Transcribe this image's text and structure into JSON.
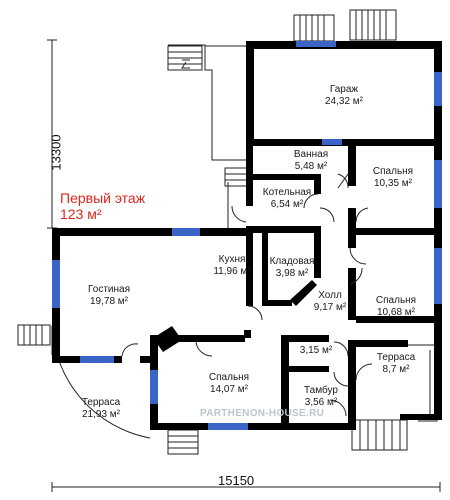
{
  "plan_title": {
    "line1": "Первый этаж",
    "line2": "123 м²"
  },
  "dimensions": {
    "width": "15150",
    "height": "13300"
  },
  "rooms": [
    {
      "name": "Гараж",
      "area": "24,32 м²"
    },
    {
      "name": "Ванная",
      "area": "5,48 м²"
    },
    {
      "name": "Спальня",
      "area": "10,35 м²"
    },
    {
      "name": "Котельная",
      "area": "6,54 м²"
    },
    {
      "name": "Кухня",
      "area": "11,96 м²"
    },
    {
      "name": "Кладовая",
      "area": "3,98 м²"
    },
    {
      "name": "Гостиная",
      "area": "19,78 м²"
    },
    {
      "name": "Холл",
      "area": "9,17 м²"
    },
    {
      "name": "Спальня",
      "area": "10,68 м²"
    },
    {
      "name": "",
      "area": "3,15 м²"
    },
    {
      "name": "Терраса",
      "area": "8,7 м²"
    },
    {
      "name": "Спальня",
      "area": "14,07 м²"
    },
    {
      "name": "Тамбур",
      "area": "3,56 м²"
    },
    {
      "name": "Терраса",
      "area": "21,93 м²"
    }
  ],
  "watermark": "PARTHENON-HOUSE.RU",
  "colors": {
    "wall": "#000000",
    "window": "#3b64c8",
    "title": "#e2261c"
  }
}
